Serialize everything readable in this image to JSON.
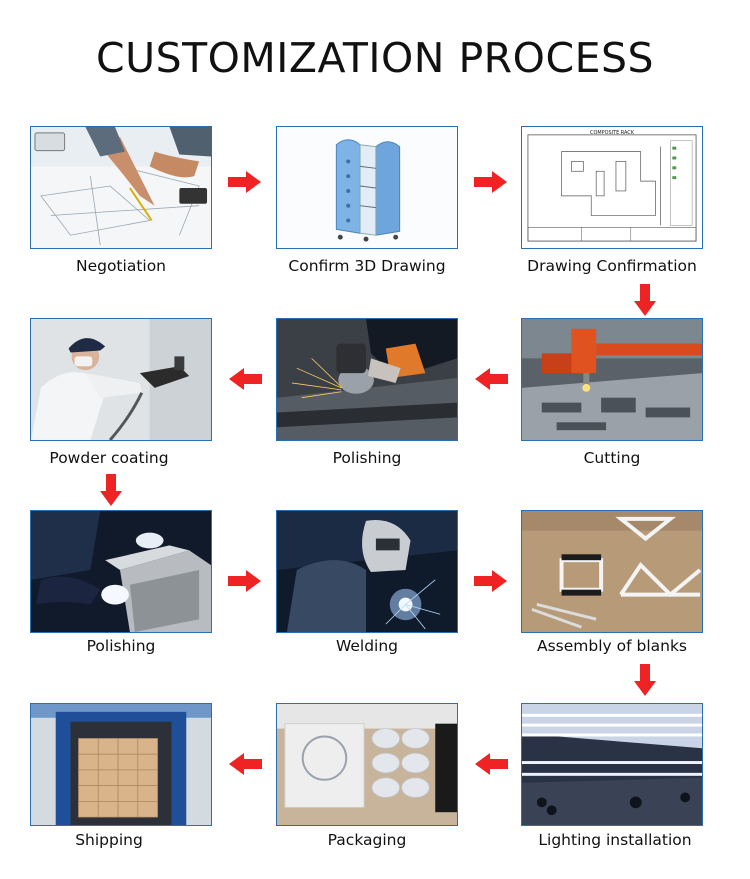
{
  "title": "CUSTOMIZATION PROCESS",
  "accent_color": "#ef2323",
  "frame_color": "#2b6fb3",
  "steps": [
    {
      "label": "Negotiation",
      "image": "hands-drawing-blueprint"
    },
    {
      "label": "Confirm 3D Drawing",
      "image": "3d-display-rack-render"
    },
    {
      "label": "Drawing Confirmation",
      "image": "technical-cad-drawing"
    },
    {
      "label": "Cutting",
      "image": "laser-cutting-machine"
    },
    {
      "label": "Polishing",
      "image": "angle-grinder-sparks"
    },
    {
      "label": "Powder coating",
      "image": "spray-gun-worker"
    },
    {
      "label": "Polishing",
      "image": "metal-box-polishing"
    },
    {
      "label": "Welding",
      "image": "welder-with-mask"
    },
    {
      "label": "Assembly of blanks",
      "image": "metal-frames-on-floor"
    },
    {
      "label": "Lighting installation",
      "image": "led-strip-lights"
    },
    {
      "label": "Packaging",
      "image": "wrapped-parts"
    },
    {
      "label": "Shipping",
      "image": "container-with-boxes"
    }
  ],
  "flow_arrows": [
    "right",
    "right",
    "down",
    "left",
    "left",
    "down",
    "right",
    "right",
    "down",
    "left",
    "left"
  ]
}
